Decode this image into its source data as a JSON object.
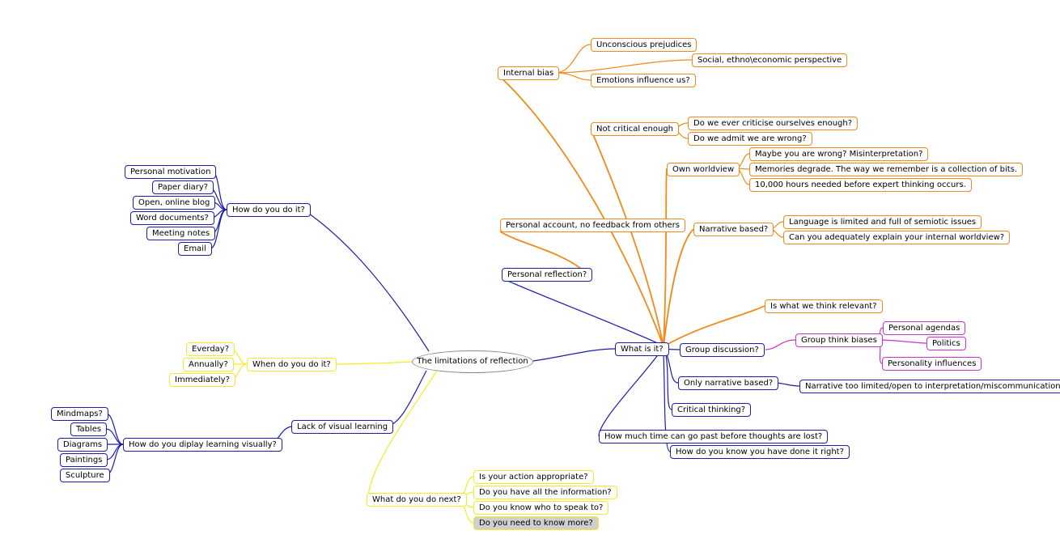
{
  "map": {
    "central": "The limitations of reflection",
    "colors": {
      "blue": "#1c1cae",
      "orange": "#f08a19",
      "yellow": "#f5ea26",
      "magenta": "#cc33cc"
    },
    "how_do_you_do_it": {
      "label": "How do you do it?",
      "children": [
        "Personal motivation",
        "Paper diary?",
        "Open, online blog",
        "Word documents?",
        "Meeting notes",
        "Email"
      ]
    },
    "when_do_you_do_it": {
      "label": "When do you do it?",
      "children": [
        "Everday?",
        "Annually?",
        "Immediately?"
      ]
    },
    "lack_of_visual_learning": {
      "label": "Lack of visual learning",
      "sub_label": "How do you diplay learning visually?",
      "children": [
        "Mindmaps?",
        "Tables",
        "Diagrams",
        "Paintings",
        "Sculpture"
      ]
    },
    "what_next": {
      "label": "What do you do next?",
      "children": [
        "Is your action appropriate?",
        "Do you have all the information?",
        "Do you know who to speak to?",
        "Do you need to know more?"
      ]
    },
    "what_is_it": {
      "label": "What is it?",
      "group_discussion": "Group discussion?",
      "group_think": "Group think biases",
      "group_think_children": [
        "Personal agendas",
        "Politics",
        "Personality influences"
      ],
      "only_narrative": "Only narrative based?",
      "narrative_limited": "Narrative too limited/open to interpretation/miscommunication",
      "critical_thinking": "Critical thinking?",
      "time_past": "How much time can go past before thoughts are lost?",
      "done_right": "How do you know you have done it right?"
    },
    "personal_reflection": {
      "label": "Personal reflection?",
      "account": "Personal account, no feedback from others",
      "internal_bias": "Internal bias",
      "internal_bias_children": [
        "Unconscious prejudices",
        "Social, ethno\\economic perspective",
        "Emotions influence us?"
      ],
      "not_critical": "Not critical enough",
      "not_critical_children": [
        "Do we ever criticise ourselves enough?",
        "Do we admit we are wrong?"
      ],
      "own_worldview": "Own worldview",
      "own_worldview_children": [
        "Maybe you are wrong? Misinterpretation?",
        "Memories degrade. The way we remember is a collection of bits.",
        "10,000 hours needed before expert thinking occurs."
      ],
      "narrative_based": "Narrative based?",
      "narrative_based_children": [
        "Language is limited and full of semiotic issues",
        "Can you adequately explain your internal worldview?"
      ],
      "relevant": "Is what we think relevant?"
    }
  }
}
